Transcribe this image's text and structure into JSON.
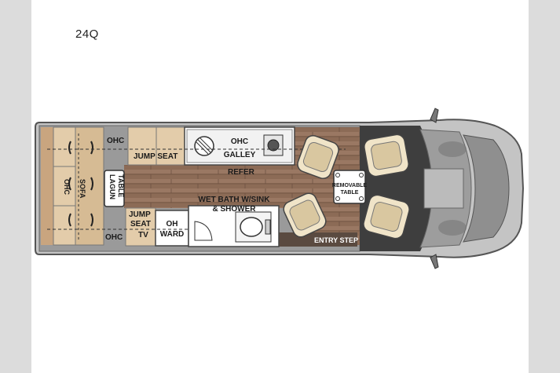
{
  "model": "24Q",
  "labels": {
    "ohc_top_rear": "OHC",
    "jump_seat_top": "JUMP SEAT",
    "ohc_galley_1": "OHC",
    "ohc_galley_2": "GALLEY",
    "refer": "REFER",
    "ohc_sofa_1": "OHC",
    "ohc_sofa_2": "SOFA",
    "lagun_1": "LAGUN",
    "lagun_2": "TABLE",
    "jump_bottom_1": "JUMP",
    "jump_bottom_2": "SEAT",
    "tv": "TV",
    "ohc_bottom_rear": "OHC",
    "oh_ward_1": "OH",
    "oh_ward_2": "WARD",
    "wet_bath_1": "WET BATH W/SINK",
    "wet_bath_2": "& SHOWER",
    "removable_1": "REMOVABLE",
    "removable_2": "TABLE",
    "entry_step": "ENTRY STEP"
  },
  "colors": {
    "floor": "#8a6a55",
    "wood": "#d8c09a",
    "dark": "#3a3a3a",
    "body": "#bdbdbd",
    "seat": "#efe3c8"
  }
}
